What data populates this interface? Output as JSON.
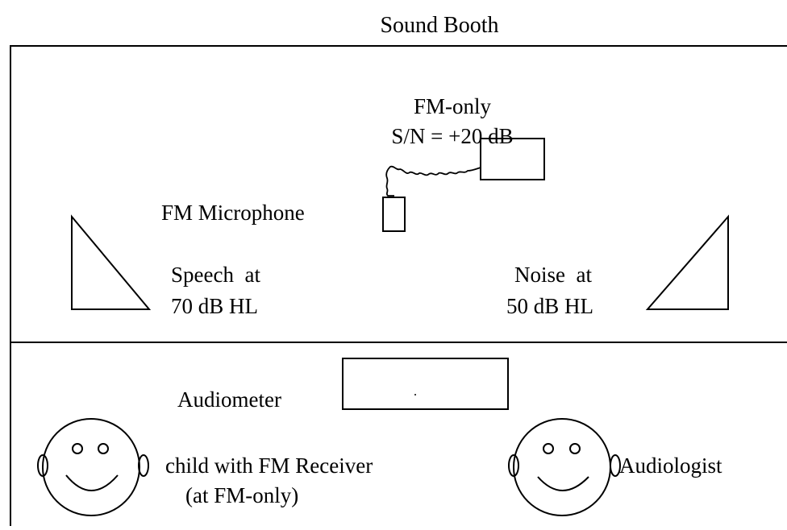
{
  "title": "Sound Booth",
  "booth": {
    "condition_line1": "FM-only",
    "condition_line2": "S/N = +20 dB",
    "microphone_label": "FM Microphone",
    "speech_line1": "Speech  at",
    "speech_line2": "70 dB HL",
    "noise_line1": "Noise  at",
    "noise_line2": "50 dB HL"
  },
  "control_room": {
    "audiometer_label": "Audiometer",
    "child_line1": "child with FM Receiver",
    "child_line2": "(at FM-only)",
    "audiologist_label": "Audiologist"
  },
  "colors": {
    "stroke": "#000000",
    "background": "#ffffff"
  }
}
